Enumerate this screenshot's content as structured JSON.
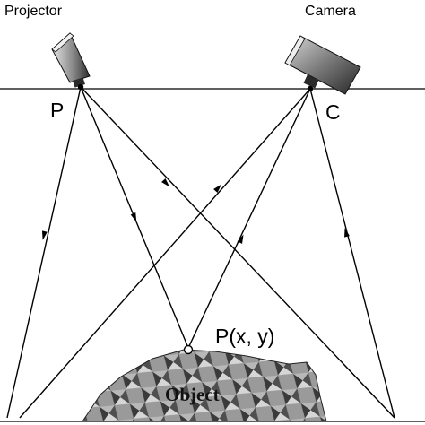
{
  "labels": {
    "projector": "Projector",
    "camera": "Camera",
    "p": "P",
    "c": "C",
    "point": "P(x, y)",
    "object": "Object"
  },
  "icons": {
    "projector": "projector-icon",
    "camera": "camera-icon",
    "arrow": "arrowhead-icon"
  },
  "colors": {
    "line": "#000000",
    "device_light": "#cfcfcf",
    "device_dark": "#3a3a3a",
    "object_dark": "#2e2e2e",
    "object_light": "#d8d8d8"
  }
}
